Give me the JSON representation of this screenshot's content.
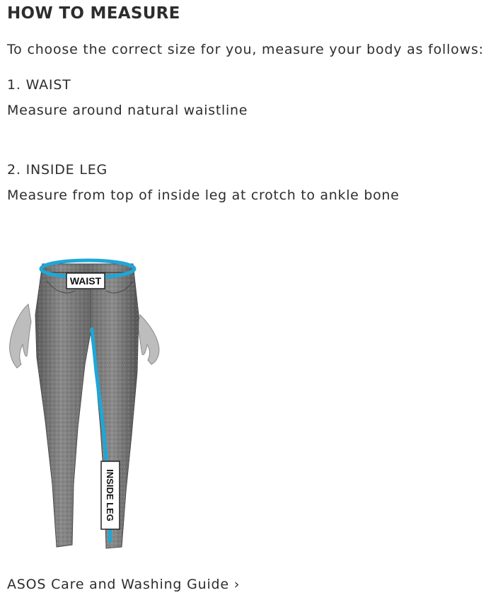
{
  "title": "HOW TO MEASURE",
  "intro": "To choose the correct size for you, measure your body as follows:",
  "steps": [
    {
      "heading": "1. WAIST",
      "text": "Measure around natural waistline"
    },
    {
      "heading": "2. INSIDE LEG",
      "text": "Measure from top of inside leg at crotch to ankle bone"
    }
  ],
  "diagram": {
    "waist_label": "WAIST",
    "inside_leg_label": "INSIDE LEG",
    "measure_color": "#1ea7d7",
    "denim_color": "#6e6e6e",
    "skin_color": "#b9b9b9"
  },
  "care_link": {
    "label": "ASOS Care and Washing Guide",
    "chevron": "›"
  }
}
